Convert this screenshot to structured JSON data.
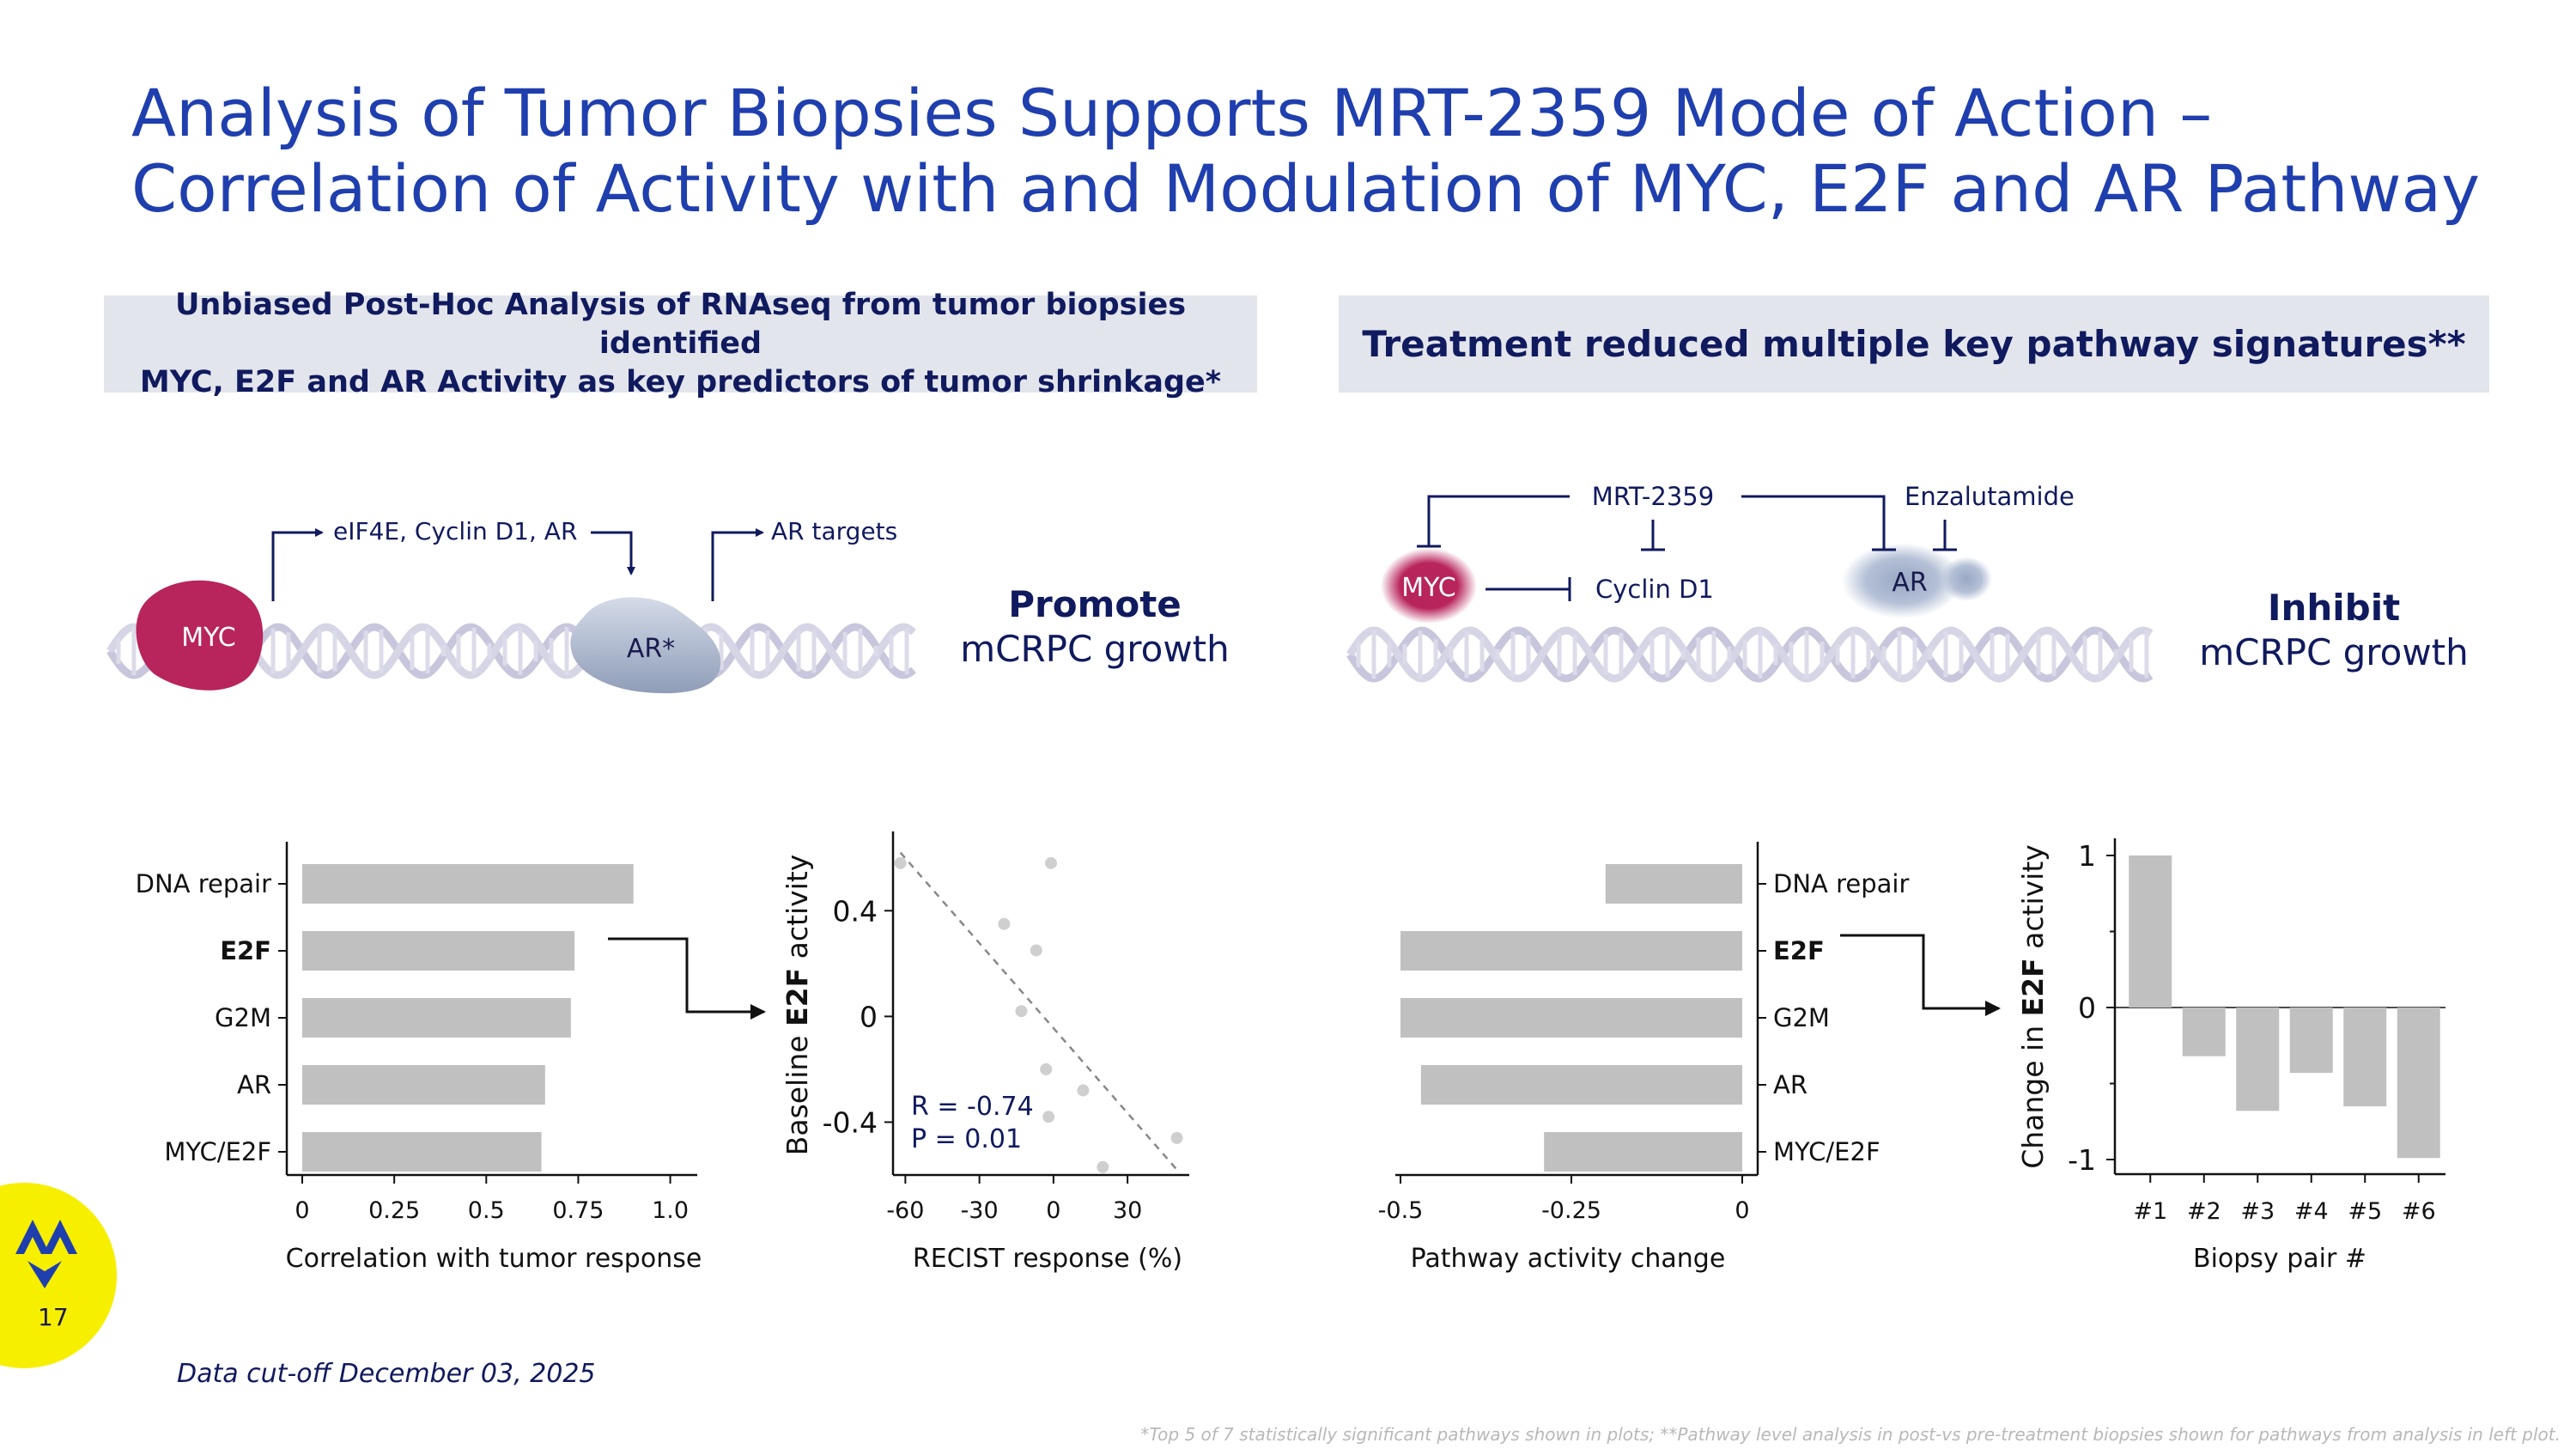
{
  "title": {
    "line1": "Analysis of Tumor Biopsies Supports MRT-2359 Mode of Action –",
    "line2": "Correlation of Activity with and Modulation of MYC, E2F and AR Pathway"
  },
  "left_panel": {
    "header_line1": "Unbiased Post-Hoc Analysis of RNAseq from tumor biopsies identified",
    "header_line2": "MYC, E2F and AR Activity as key predictors of tumor shrinkage*",
    "diagram": {
      "myc": "MYC",
      "ar": "AR*",
      "arrow1_label": "eIF4E, Cyclin D1, AR",
      "arrow2_label": "AR targets",
      "effect_bold": "Promote",
      "effect_text": "mCRPC growth"
    }
  },
  "right_panel": {
    "header": "Treatment reduced multiple key pathway signatures**",
    "diagram": {
      "myc": "MYC",
      "ar": "AR",
      "drug1": "MRT-2359",
      "drug2": "Enzalutamide",
      "target": "Cyclin D1",
      "effect_bold": "Inhibit",
      "effect_text": "mCRPC growth"
    }
  },
  "chart_data": [
    {
      "type": "bar",
      "orientation": "horizontal",
      "categories": [
        "DNA repair",
        "E2F",
        "G2M",
        "AR",
        "MYC/E2F"
      ],
      "values": [
        0.9,
        0.74,
        0.73,
        0.66,
        0.65
      ],
      "xlabel": "Correlation with tumor response",
      "xticks": [
        "0",
        "0.25",
        "0.5",
        "0.75",
        "1.0"
      ],
      "xlim": [
        0,
        1.05
      ],
      "bold_category": "E2F"
    },
    {
      "type": "scatter",
      "ylabel_prefix": "Baseline ",
      "ylabel_bold": "E2F",
      "ylabel_suffix": " activity",
      "xlabel": "RECIST response (%)",
      "xticks": [
        "-60",
        "-30",
        "0",
        "30"
      ],
      "yticks": [
        "0.4",
        "0",
        "-0.4"
      ],
      "xlim": [
        -65,
        55
      ],
      "ylim": [
        -0.6,
        0.7
      ],
      "x": [
        -62,
        -20,
        -7,
        -13,
        -3,
        -2,
        12,
        20,
        50,
        -1
      ],
      "y": [
        0.58,
        0.35,
        0.25,
        0.02,
        -0.2,
        -0.38,
        -0.28,
        -0.57,
        -0.46,
        0.58
      ],
      "trendline": [
        [
          -62,
          0.62
        ],
        [
          50,
          -0.58
        ]
      ],
      "annotation_r": "R = -0.74",
      "annotation_p": "P = 0.01"
    },
    {
      "type": "bar",
      "orientation": "horizontal",
      "categories": [
        "DNA repair",
        "E2F",
        "G2M",
        "AR",
        "MYC/E2F"
      ],
      "values": [
        -0.2,
        -0.5,
        -0.5,
        -0.47,
        -0.29
      ],
      "xlabel": "Pathway activity change",
      "xticks": [
        "-0.5",
        "-0.25",
        "0"
      ],
      "xlim": [
        -0.5,
        0
      ],
      "bold_category": "E2F"
    },
    {
      "type": "bar",
      "categories": [
        "#1",
        "#2",
        "#3",
        "#4",
        "#5",
        "#6"
      ],
      "values": [
        1.0,
        -0.32,
        -0.68,
        -0.43,
        -0.65,
        -0.99
      ],
      "ylabel_prefix": "Change in ",
      "ylabel_bold": "E2F",
      "ylabel_suffix": " activity",
      "xlabel": "Biopsy pair #",
      "yticks": [
        "1",
        "0",
        "-1"
      ],
      "ylim": [
        -1,
        1
      ]
    }
  ],
  "footer": {
    "date": "Data cut-off December 03, 2025",
    "page": "17",
    "footnote": "*Top 5 of 7 statistically significant pathways shown in plots; **Pathway level analysis in post-vs pre-treatment biopsies shown for pathways from analysis in left plot."
  },
  "colors": {
    "title": "#1f3fae",
    "navy": "#101a5e",
    "bar": "#c0c0c0",
    "myc": "#b8245c",
    "ar": "#a9b6cc",
    "dna": "#c7c6dc",
    "logo_bg": "#f7ef00",
    "logo_mark": "#1f3fae"
  }
}
